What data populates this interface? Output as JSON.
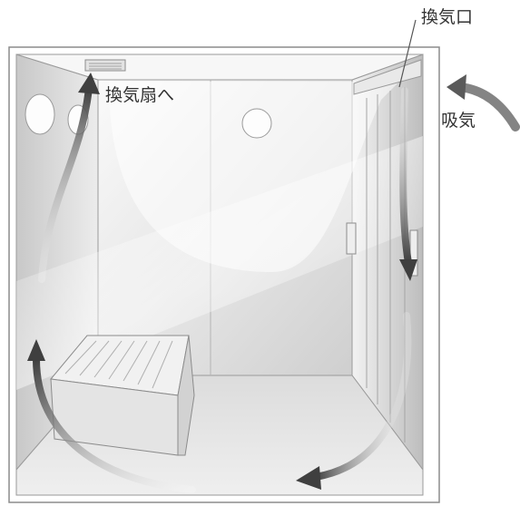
{
  "labels": {
    "to_fan": "換気扇へ",
    "vent_opening": "換気口",
    "air_intake": "吸気"
  },
  "colors": {
    "wall_light": "#f4f4f4",
    "wall_mid": "#d6d6d6",
    "wall_dark": "#a9a9a9",
    "line": "#8c8c8c",
    "arrow": "#4a4a4a",
    "text": "#333333"
  },
  "icons": [
    "ceiling-fan-icon",
    "wall-light-icon",
    "bath-lid-icon",
    "flow-arrow-icon"
  ]
}
